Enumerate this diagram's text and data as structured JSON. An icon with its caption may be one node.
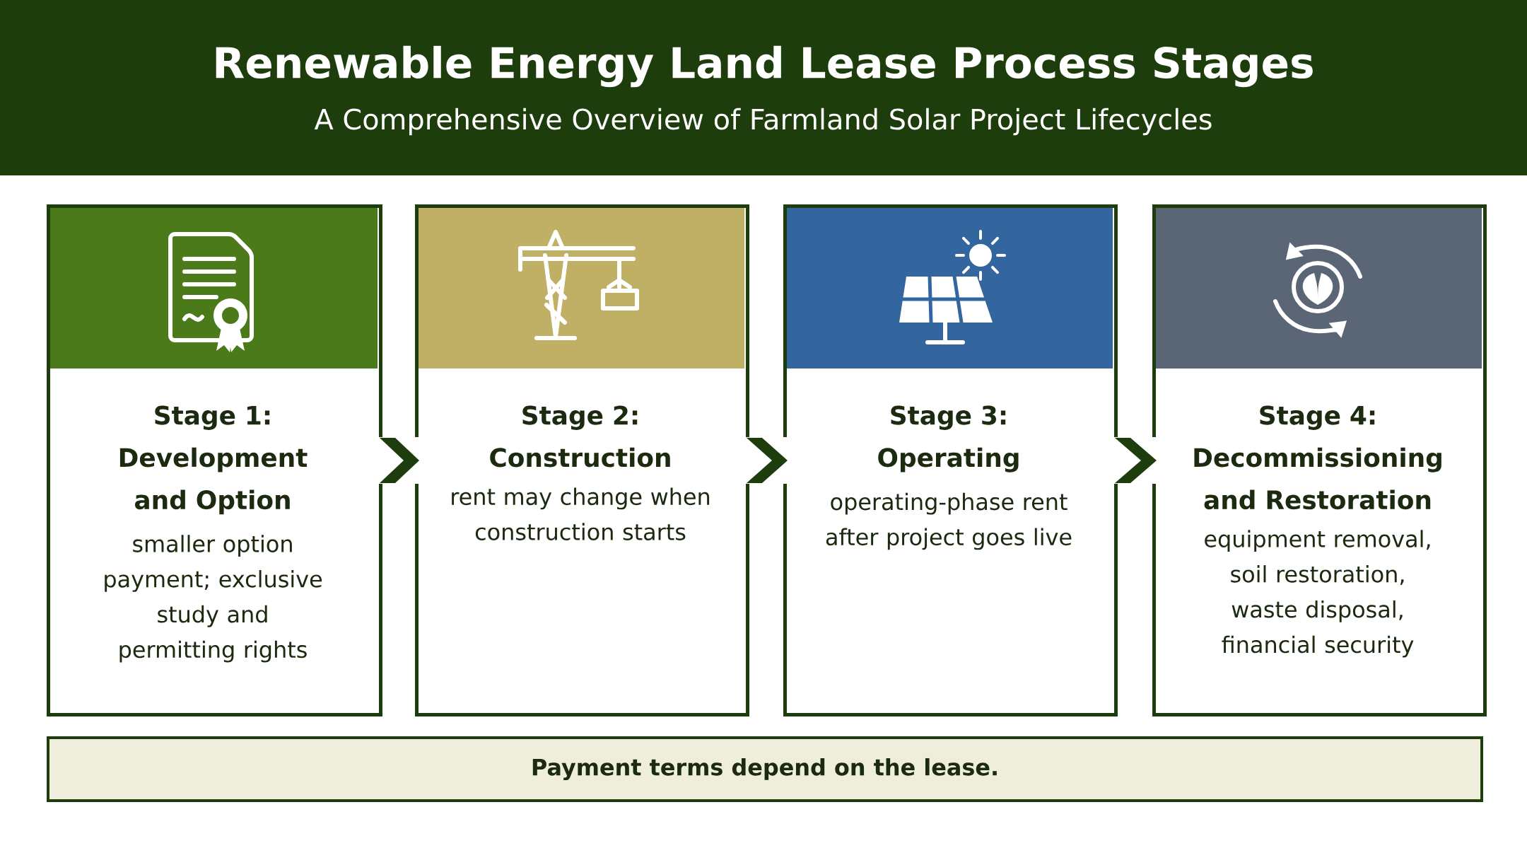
{
  "diagram": {
    "title": "Renewable Energy Land Lease Process Stages",
    "nodes": [
      {
        "text": [
          "Stage 1: Development and Option",
          "smaller option payment; exclusive study and permitting rights"
        ]
      },
      {
        "text": [
          "Stage 2: Construction",
          "rent may change when construction starts"
        ]
      },
      {
        "text": [
          "Stage 3: Operating",
          "operating-phase rent after project goes live"
        ]
      },
      {
        "text": [
          "Stage 4: Decommissioning and Restoration",
          "equipment removal, soil restoration, waste disposal, financial security"
        ]
      },
      {
        "text": [
          "Payment terms depend on the lease."
        ]
      }
    ],
    "edges": [
      {
        "from": 0,
        "to": 1,
        "arrow": "to"
      },
      {
        "from": 1,
        "to": 2,
        "arrow": "to"
      },
      {
        "from": 2,
        "to": 3,
        "arrow": "to"
      }
    ],
    "labels": [
      "A Comprehensive Overview of Farmland Solar Project Lifecycles"
    ]
  }
}
